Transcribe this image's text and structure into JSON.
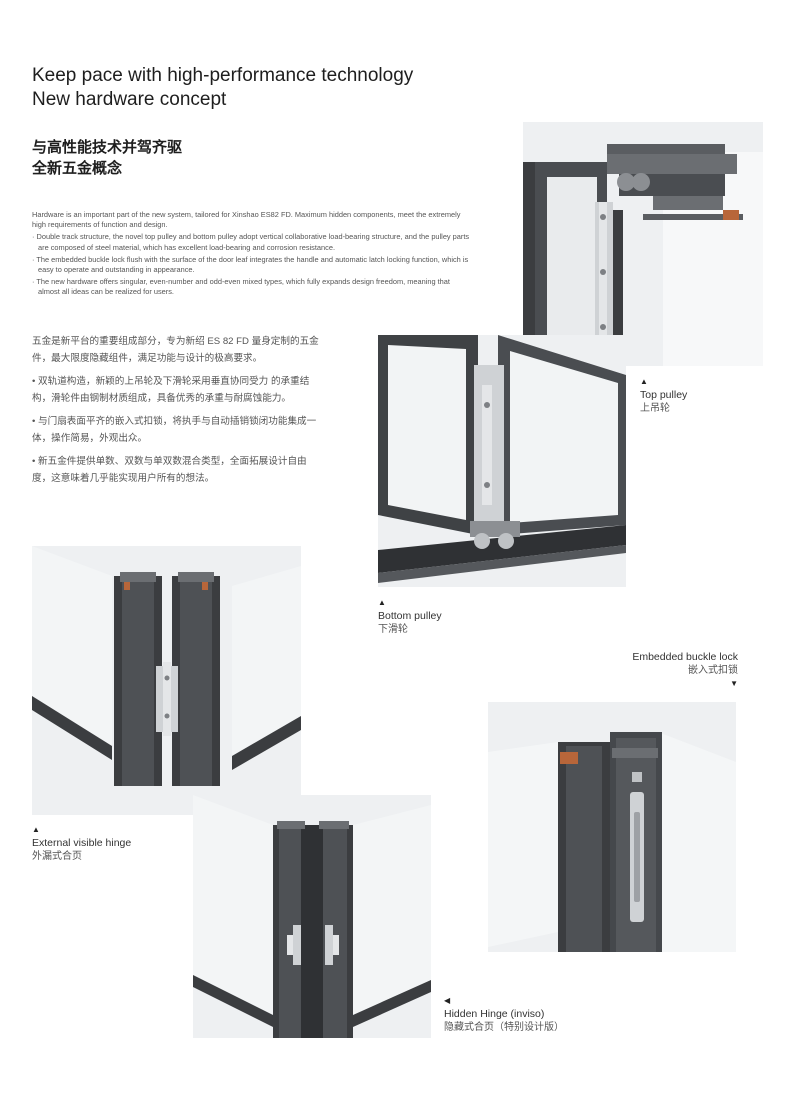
{
  "heading_en": [
    "Keep pace with high-performance technology",
    "New hardware concept"
  ],
  "heading_cn": [
    "与高性能技术并驾齐驱",
    "全新五金概念"
  ],
  "intro_en": {
    "lead": "Hardware is an important part of the new system, tailored for Xinshao ES82 FD. Maximum hidden components, meet the extremely high requirements of function and design.",
    "bullets": [
      "· Double track structure, the novel top pulley and bottom pulley adopt vertical collaborative load-bearing structure, and the pulley parts are composed of steel material, which has excellent load-bearing and corrosion resistance.",
      "· The embedded buckle lock flush with the surface of the door leaf integrates the handle and automatic latch locking function, which is easy to operate and outstanding in appearance.",
      "· The new hardware offers singular, even-number and odd-even mixed types, which fully expands design freedom, meaning that almost all ideas can be realized for users."
    ]
  },
  "intro_cn": {
    "lead": "五金是新平台的重要组成部分，专为新绍 ES 82 FD 量身定制的五金件，最大限度隐藏组件，满足功能与设计的极高要求。",
    "bullets": [
      "• 双轨道构造，新颖的上吊轮及下滑轮采用垂直协同受力 的承重结构，滑轮件由钢制材质组成，具备优秀的承重与耐腐蚀能力。",
      "• 与门扇表面平齐的嵌入式扣锁，将执手与自动插销锁闭功能集成一体，操作简易，外观出众。",
      "• 新五金件提供单数、双数与单双数混合类型，全面拓展设计自由度，这意味着几乎能实现用户所有的想法。"
    ]
  },
  "captions": {
    "top_pulley": {
      "mark": "▲",
      "en": "Top pulley",
      "cn": "上吊轮"
    },
    "bottom_pulley": {
      "mark": "▲",
      "en": "Bottom pulley",
      "cn": "下滑轮"
    },
    "buckle_lock": {
      "mark": "▼",
      "en": "Embedded buckle lock",
      "cn": "嵌入式扣锁"
    },
    "external_hinge": {
      "mark": "▲",
      "en": "External visible hinge",
      "cn": "外漏式合页"
    },
    "hidden_hinge": {
      "mark": "◀",
      "en": "Hidden Hinge (inviso)",
      "cn": "隐藏式合页（特别设计版）"
    }
  },
  "colors": {
    "aluminum_dark": "#3b3d40",
    "aluminum_mid": "#5a5d61",
    "glass": "#eef0f2",
    "steel": "#cfd2d5",
    "accent_orange": "#b8663a"
  }
}
